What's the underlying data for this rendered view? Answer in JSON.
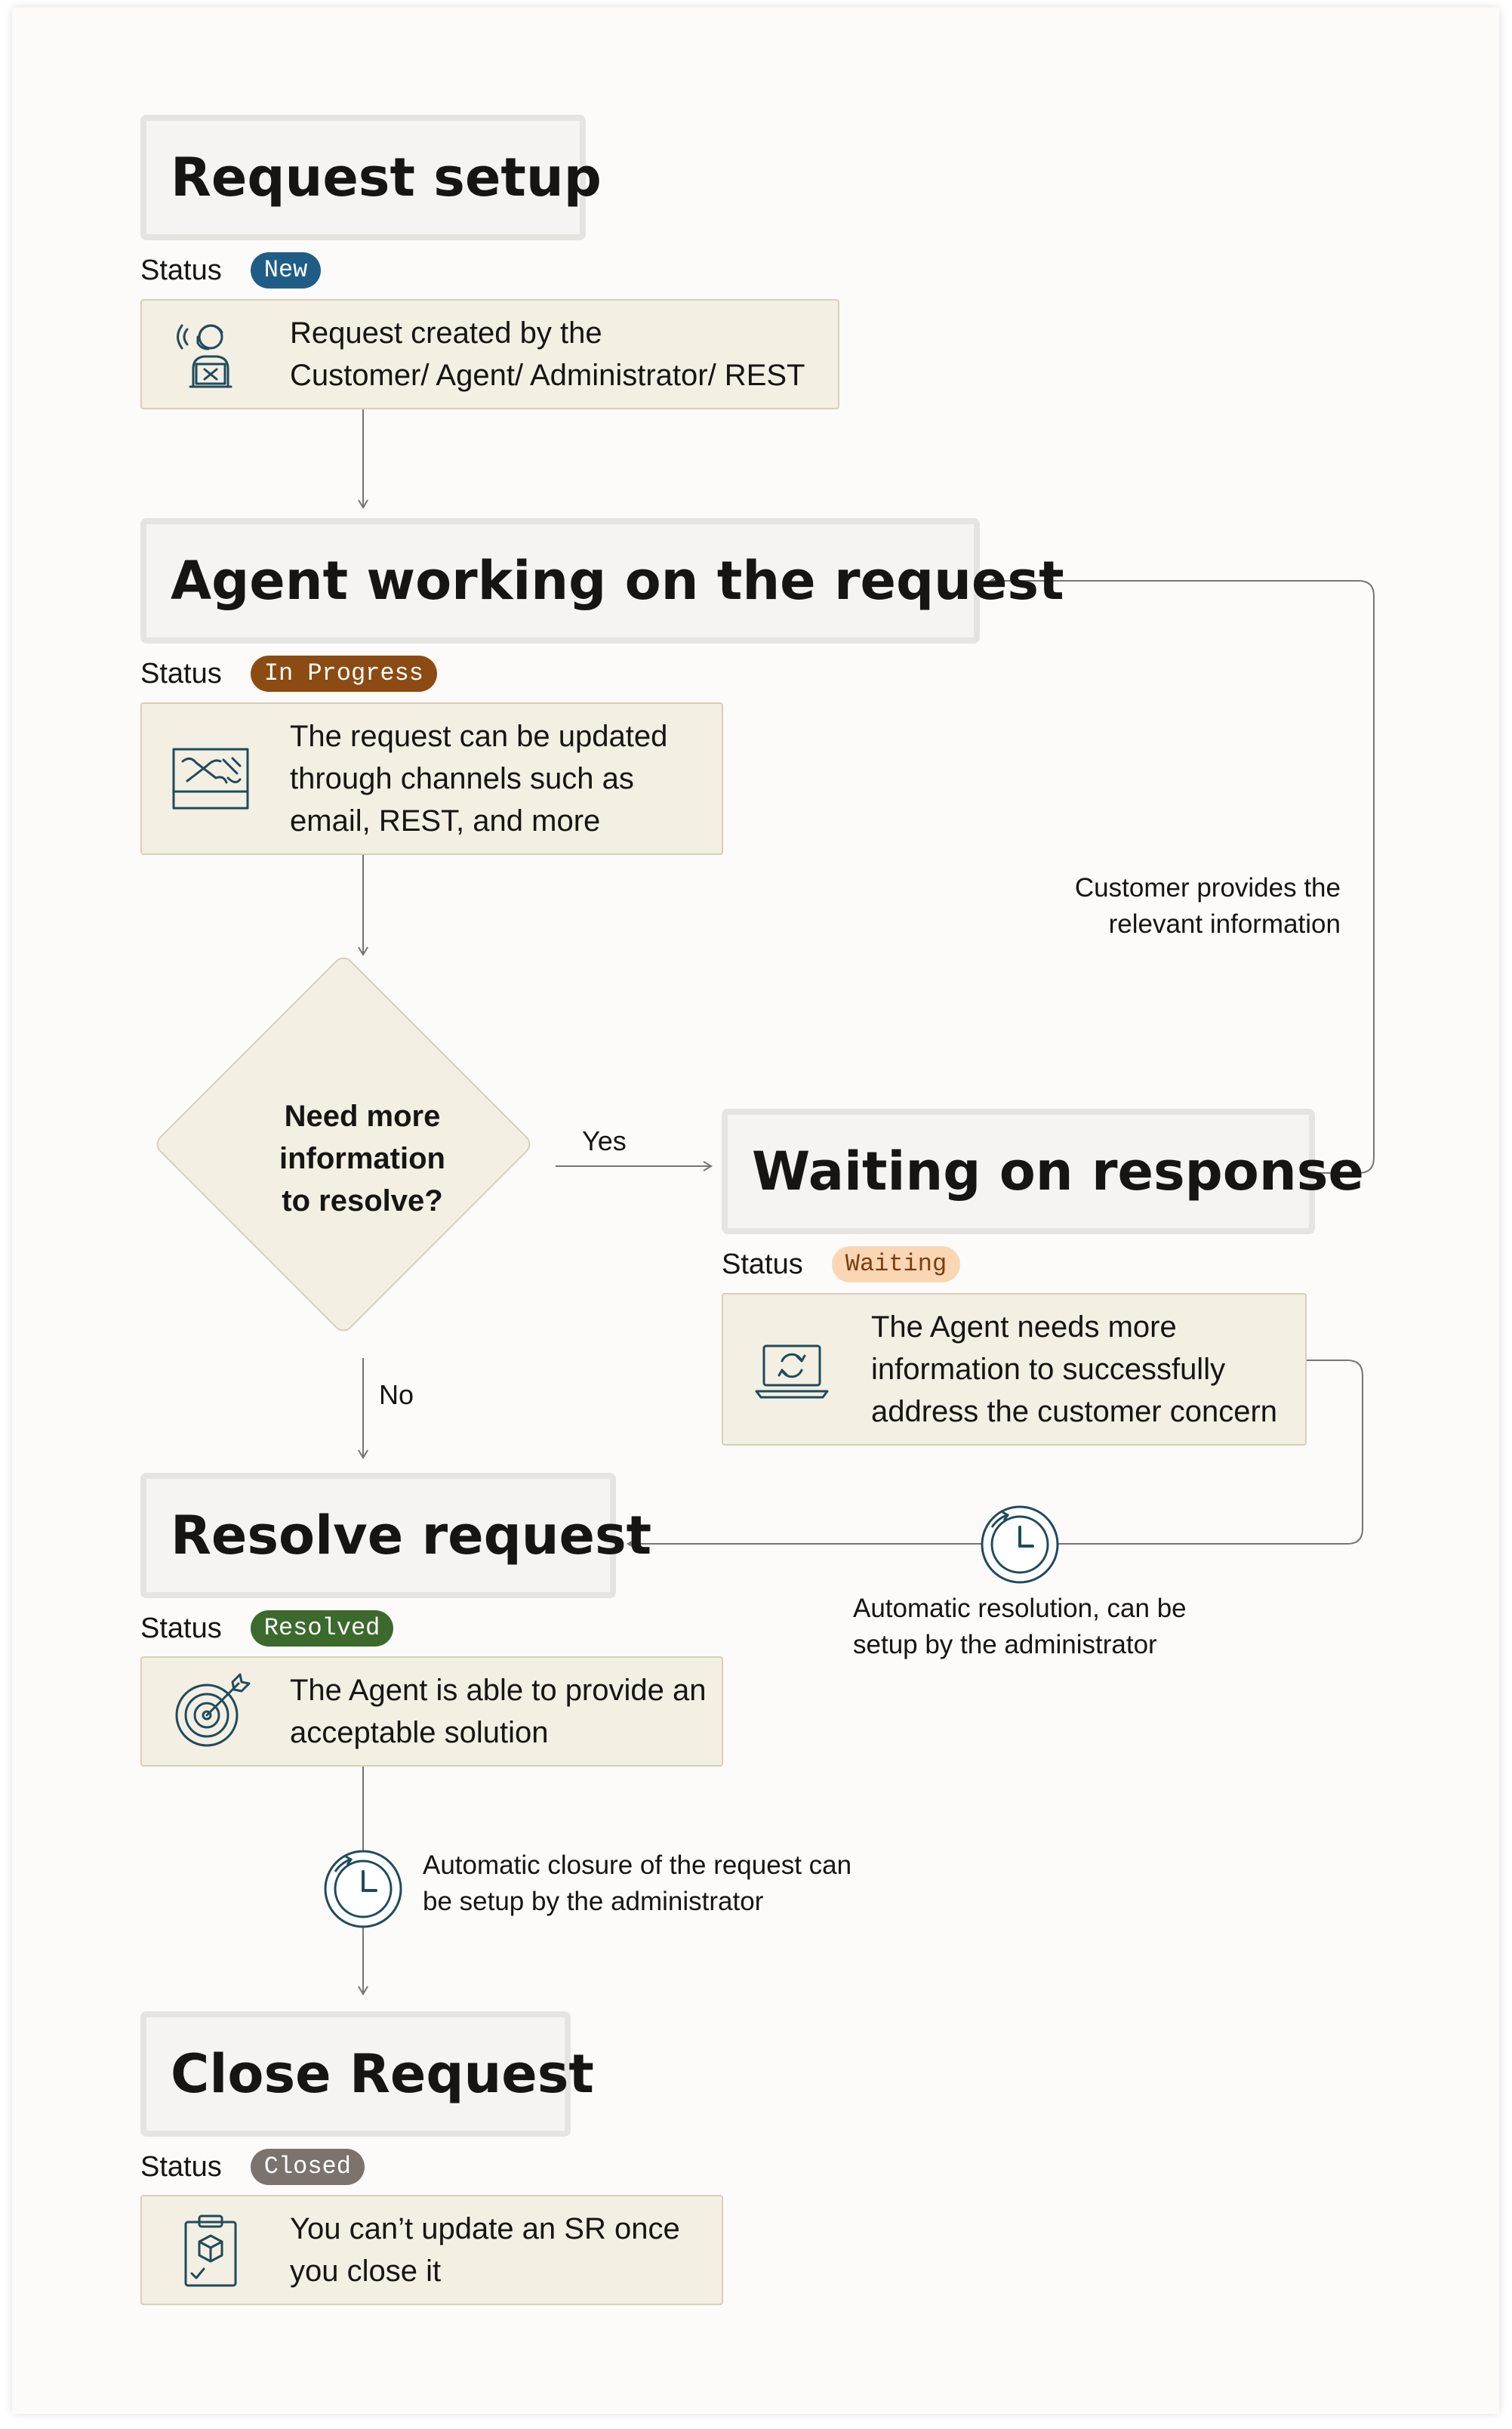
{
  "steps": {
    "setup": {
      "title": "Request setup",
      "status_label": "Status",
      "status": "New",
      "status_color": "#1f5d86",
      "description": "Request created by the\nCustomer/ Agent/ Administrator/ REST",
      "icon": "agent-headset-laptop-icon"
    },
    "working": {
      "title": "Agent working on the request",
      "status_label": "Status",
      "status": "In Progress",
      "status_color": "#8c4b12",
      "description": "The request can be updated\nthrough channels such as\nemail, REST, and more",
      "icon": "toolbox-icon"
    },
    "waiting": {
      "title": "Waiting on response",
      "status_label": "Status",
      "status": "Waiting",
      "status_color": "#fbd6b4",
      "description": "The Agent needs more\ninformation to successfully\naddress the customer concern",
      "icon": "laptop-refresh-icon"
    },
    "resolve": {
      "title": "Resolve request",
      "status_label": "Status",
      "status": "Resolved",
      "status_color": "#3c6a2c",
      "description": "The Agent is able to provide an\nacceptable solution",
      "icon": "target-arrow-icon"
    },
    "close": {
      "title": "Close Request",
      "status_label": "Status",
      "status": "Closed",
      "status_color": "#7a736e",
      "description": "You can’t update an SR once\nyou close it",
      "icon": "clipboard-package-icon"
    }
  },
  "decision": {
    "question": "Need more\ninformation\nto resolve?",
    "yes_label": "Yes",
    "no_label": "No"
  },
  "notes": {
    "customer_provides": "Customer provides the\nrelevant information",
    "auto_resolution": "Automatic resolution, can be\nsetup by the administrator",
    "auto_closure": "Automatic closure of the request can\nbe setup by the administrator"
  },
  "clock_icon": "clock-timer-icon",
  "colors": {
    "card_background": "#f4efe3",
    "heading_background": "#f5f4f2",
    "connector": "#7a736e",
    "icon_stroke": "#1f4b5c"
  }
}
